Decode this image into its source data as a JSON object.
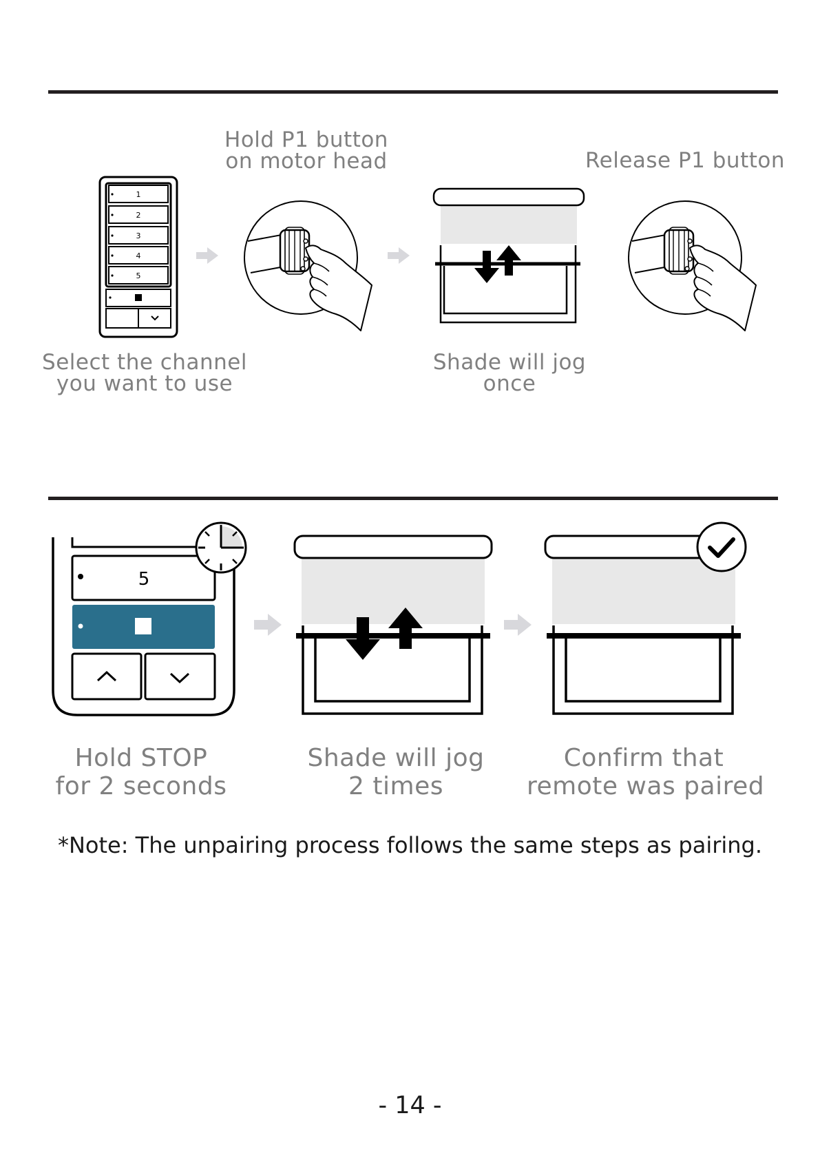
{
  "section1": {
    "step_channel": {
      "line1": "Select the channel",
      "line2": "you want to use"
    },
    "step_hold": {
      "line1": "Hold P1 button",
      "line2": "on motor head"
    },
    "step_jog": {
      "line1": "Shade will jog",
      "line2": "once"
    },
    "step_release": {
      "line1": "Release P1 button"
    },
    "remote_channels": [
      "1",
      "2",
      "3",
      "4",
      "5"
    ]
  },
  "section2": {
    "step_stop": {
      "line1": "Hold STOP",
      "line2": "for 2 seconds"
    },
    "step_jog": {
      "line1": "Shade will jog",
      "line2": "2 times"
    },
    "step_confirm": {
      "line1": "Confirm that",
      "line2": "remote was paired"
    },
    "remote_channel": "5",
    "stop_button_color": "#2a6f8c"
  },
  "note": "*Note: The unpairing process follows the same steps as pairing.",
  "page_number": "- 14 -",
  "icons": [
    "arrow-right-icon",
    "clock-icon",
    "checkmark-icon",
    "up-down-arrows-icon",
    "chevron-up-icon",
    "chevron-down-icon",
    "stop-icon",
    "hand-icon"
  ]
}
